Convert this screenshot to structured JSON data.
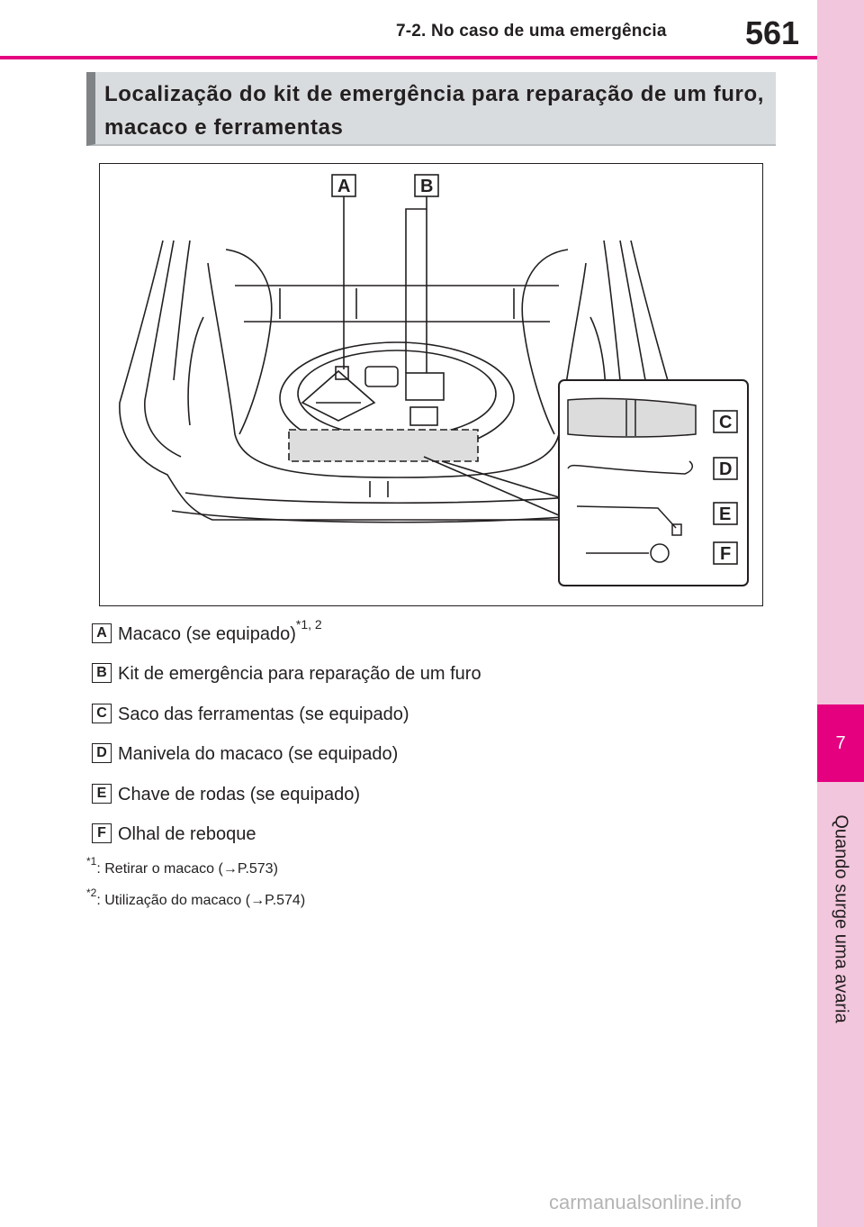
{
  "header": {
    "section_title": "7-2. No caso de uma emergência",
    "page_number": "561"
  },
  "side_tab": {
    "chapter_number": "7",
    "chapter_title": "Quando surge uma avaria"
  },
  "section": {
    "heading": "Localização do kit de emergência para reparação de um furo, macaco e ferramentas"
  },
  "figure": {
    "callouts": [
      "A",
      "B",
      "C",
      "D",
      "E",
      "F"
    ]
  },
  "items": [
    {
      "key": "A",
      "text": "Macaco (se equipado)",
      "sup": "*1, 2"
    },
    {
      "key": "B",
      "text": "Kit de emergência para reparação de um furo",
      "sup": ""
    },
    {
      "key": "C",
      "text": "Saco das ferramentas (se equipado)",
      "sup": ""
    },
    {
      "key": "D",
      "text": "Manivela do macaco (se equipado)",
      "sup": ""
    },
    {
      "key": "E",
      "text": "Chave de rodas (se equipado)",
      "sup": ""
    },
    {
      "key": "F",
      "text": "Olhal de reboque",
      "sup": ""
    }
  ],
  "notes": [
    {
      "mark": "*1",
      "text": ": Retirar o macaco (→P.573)"
    },
    {
      "mark": "*2",
      "text": ": Utilização do macaco (→P.574)"
    }
  ],
  "watermark": "carmanualsonline.info",
  "colors": {
    "accent": "#e4007f",
    "side_tab_bg": "#f2c6dc",
    "heading_bg": "#d9dcde",
    "heading_bar": "#7f8385"
  }
}
